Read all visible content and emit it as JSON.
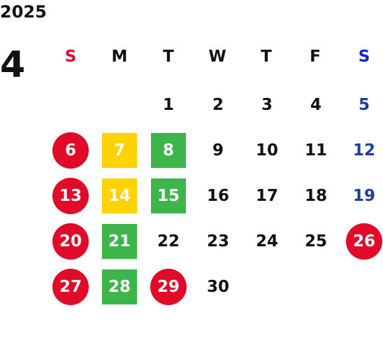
{
  "year": "2025",
  "month": "4",
  "weekdays": [
    "S",
    "M",
    "T",
    "W",
    "T",
    "F",
    "S"
  ],
  "colors": {
    "sunday_header": "#e10a29",
    "saturday_header": "#1622d6",
    "saturday_text": "#1f3e9a",
    "red_circle": "#e10a29",
    "yellow_square": "#ffd200",
    "green_square": "#3cb54a"
  },
  "days": [
    {
      "day": "1",
      "style": "plain"
    },
    {
      "day": "2",
      "style": "plain"
    },
    {
      "day": "3",
      "style": "plain"
    },
    {
      "day": "4",
      "style": "plain"
    },
    {
      "day": "5",
      "style": "blue"
    },
    {
      "day": "6",
      "style": "red-circle"
    },
    {
      "day": "7",
      "style": "yellow-square"
    },
    {
      "day": "8",
      "style": "green-square"
    },
    {
      "day": "9",
      "style": "plain"
    },
    {
      "day": "10",
      "style": "plain"
    },
    {
      "day": "11",
      "style": "plain"
    },
    {
      "day": "12",
      "style": "blue"
    },
    {
      "day": "13",
      "style": "red-circle"
    },
    {
      "day": "14",
      "style": "yellow-square"
    },
    {
      "day": "15",
      "style": "green-square"
    },
    {
      "day": "16",
      "style": "plain"
    },
    {
      "day": "17",
      "style": "plain"
    },
    {
      "day": "18",
      "style": "plain"
    },
    {
      "day": "19",
      "style": "blue"
    },
    {
      "day": "20",
      "style": "red-circle"
    },
    {
      "day": "21",
      "style": "green-square"
    },
    {
      "day": "22",
      "style": "plain"
    },
    {
      "day": "23",
      "style": "plain"
    },
    {
      "day": "24",
      "style": "plain"
    },
    {
      "day": "25",
      "style": "plain"
    },
    {
      "day": "26",
      "style": "red-circle"
    },
    {
      "day": "27",
      "style": "red-circle"
    },
    {
      "day": "28",
      "style": "green-square"
    },
    {
      "day": "29",
      "style": "red-circle"
    },
    {
      "day": "30",
      "style": "plain"
    }
  ]
}
